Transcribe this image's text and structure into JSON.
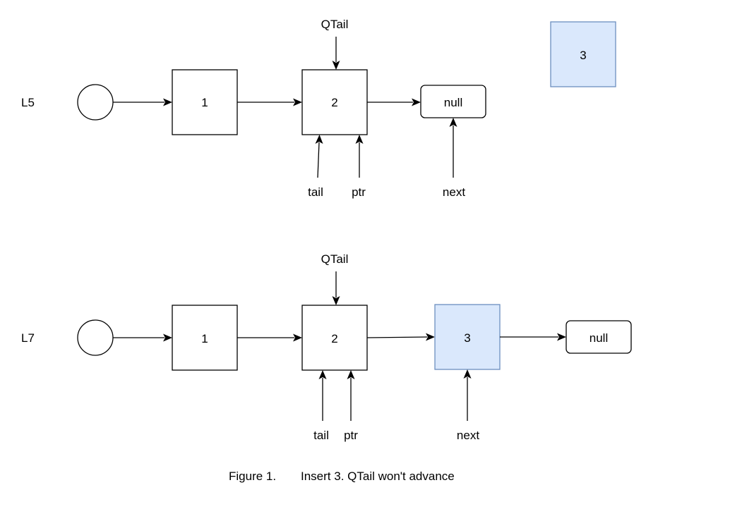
{
  "colors": {
    "stroke": "#000000",
    "highlight_fill": "#dae8fc",
    "highlight_stroke": "#6c8ebf"
  },
  "top": {
    "row_label": "L5",
    "node1": "1",
    "node2": "2",
    "null_node": "null",
    "floating_node": "3",
    "qtail_label": "QTail",
    "tail_label": "tail",
    "ptr_label": "ptr",
    "next_label": "next"
  },
  "bottom": {
    "row_label": "L7",
    "node1": "1",
    "node2": "2",
    "node3": "3",
    "null_node": "null",
    "qtail_label": "QTail",
    "tail_label": "tail",
    "ptr_label": "ptr",
    "next_label": "next"
  },
  "caption": {
    "figure_number": "Figure 1.",
    "text": "Insert 3. QTail won't advance"
  }
}
